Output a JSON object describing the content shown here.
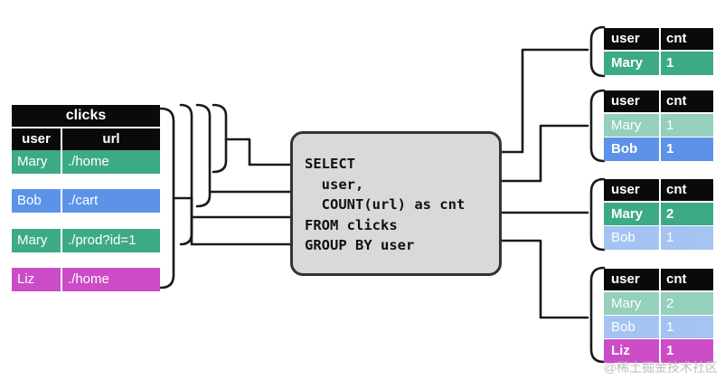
{
  "colors": {
    "mary": "#3daa87",
    "bob": "#5c93e8",
    "liz": "#cc4bc7",
    "header": "#0a0a0a",
    "query_bg": "#d9d9d9"
  },
  "input_table": {
    "title": "clicks",
    "columns": [
      "user",
      "url"
    ],
    "rows": [
      {
        "user": "Mary",
        "url": "./home"
      },
      {
        "user": "Bob",
        "url": "./cart"
      },
      {
        "user": "Mary",
        "url": "./prod?id=1"
      },
      {
        "user": "Liz",
        "url": "./home"
      }
    ]
  },
  "query": {
    "lines": [
      "SELECT",
      "  user,",
      "  COUNT(url) as cnt",
      "FROM clicks",
      "GROUP BY user"
    ]
  },
  "output_tables": [
    {
      "columns": [
        "user",
        "cnt"
      ],
      "rows": [
        {
          "user": "Mary",
          "cnt": "1",
          "new": true
        }
      ]
    },
    {
      "columns": [
        "user",
        "cnt"
      ],
      "rows": [
        {
          "user": "Mary",
          "cnt": "1",
          "new": false
        },
        {
          "user": "Bob",
          "cnt": "1",
          "new": true
        }
      ]
    },
    {
      "columns": [
        "user",
        "cnt"
      ],
      "rows": [
        {
          "user": "Mary",
          "cnt": "2",
          "new": true
        },
        {
          "user": "Bob",
          "cnt": "1",
          "new": false
        }
      ]
    },
    {
      "columns": [
        "user",
        "cnt"
      ],
      "rows": [
        {
          "user": "Mary",
          "cnt": "2",
          "new": false
        },
        {
          "user": "Bob",
          "cnt": "1",
          "new": false
        },
        {
          "user": "Liz",
          "cnt": "1",
          "new": true
        }
      ]
    }
  ],
  "watermark": "@稀土掘金技术社区"
}
